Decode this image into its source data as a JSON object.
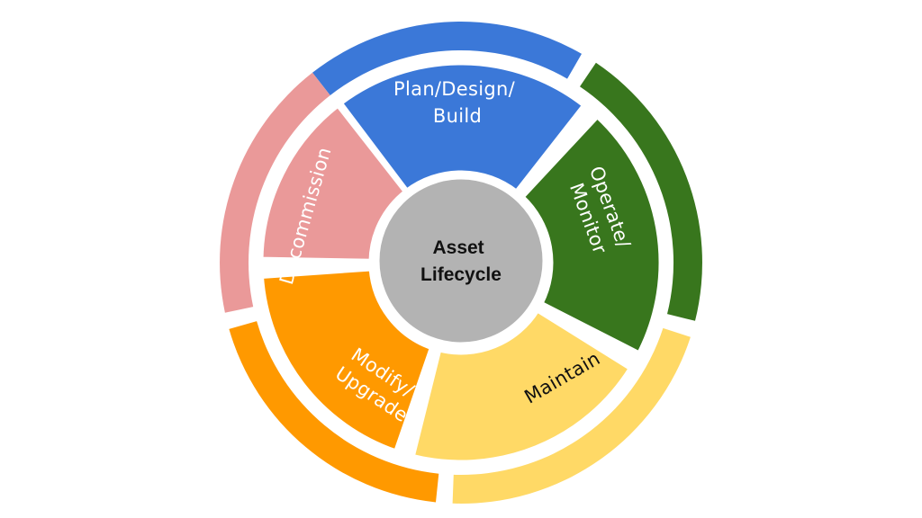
{
  "center": {
    "lines": [
      "Asset",
      "Lifecycle"
    ],
    "color": "#b3b3b3"
  },
  "segments": [
    {
      "key": "plan",
      "lines": [
        "Plan/Design/",
        "Build"
      ],
      "color": "#3b78d8",
      "text_color": "#ffffff"
    },
    {
      "key": "operate",
      "lines": [
        "Operate/",
        "Monitor"
      ],
      "color": "#38761d",
      "text_color": "#ffffff"
    },
    {
      "key": "maintain",
      "lines": [
        "Maintain"
      ],
      "color": "#ffd966",
      "text_color": "#111111"
    },
    {
      "key": "modify",
      "lines": [
        "Modify/",
        "Upgrade"
      ],
      "color": "#ff9900",
      "text_color": "#ffffff"
    },
    {
      "key": "decommission",
      "lines": [
        "Decommission"
      ],
      "color": "#ea9999",
      "text_color": "#ffffff"
    }
  ]
}
